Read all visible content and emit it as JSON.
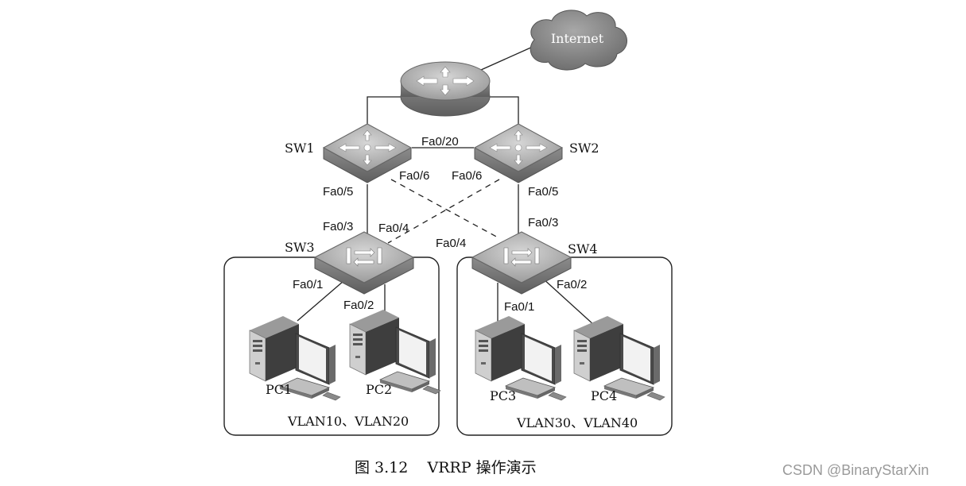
{
  "internet_label": "Internet",
  "switches": {
    "sw1": "SW1",
    "sw2": "SW2",
    "sw3": "SW3",
    "sw4": "SW4"
  },
  "ports": {
    "sw1_sw2": "Fa0/20",
    "sw1_fa06": "Fa0/6",
    "sw1_fa05": "Fa0/5",
    "sw2_fa06": "Fa0/6",
    "sw2_fa05": "Fa0/5",
    "sw3_fa03": "Fa0/3",
    "sw3_fa04": "Fa0/4",
    "sw3_fa01": "Fa0/1",
    "sw3_fa02": "Fa0/2",
    "sw4_fa03": "Fa0/3",
    "sw4_fa04": "Fa0/4",
    "sw4_fa01": "Fa0/1",
    "sw4_fa02": "Fa0/2"
  },
  "pcs": {
    "pc1": "PC1",
    "pc2": "PC2",
    "pc3": "PC3",
    "pc4": "PC4"
  },
  "groups": {
    "left": "VLAN10、VLAN20",
    "right": "VLAN30、VLAN40"
  },
  "caption": "图 3.12    VRRP 操作演示",
  "watermark": "CSDN @BinaryStarXin",
  "colors": {
    "device_top": "#b3b3b3",
    "device_side": "#7a7a7a",
    "cloud": "#8a8a8a",
    "line": "#222222"
  }
}
